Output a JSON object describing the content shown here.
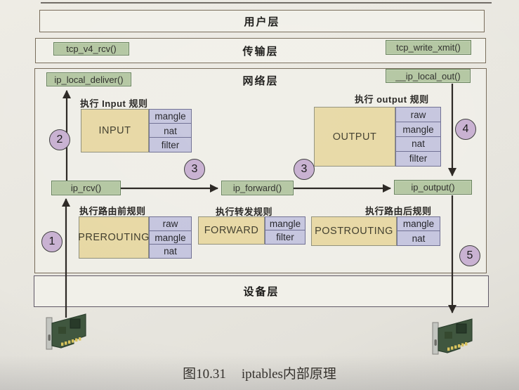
{
  "figure": {
    "caption_number": "图10.31",
    "caption_title": "iptables内部原理"
  },
  "layers": {
    "user": {
      "label": "用户层"
    },
    "transport": {
      "label": "传输层",
      "rx_func": "tcp_v4_rcv()",
      "tx_func": "tcp_write_xmit()"
    },
    "network": {
      "label": "网络层",
      "local_deliver_func": "ip_local_deliver()",
      "local_out_func": "__ip_local_out()",
      "rcv_func": "ip_rcv()",
      "forward_func": "ip_forward()",
      "output_func": "ip_output()"
    },
    "device": {
      "label": "设备层"
    }
  },
  "chains": {
    "input": {
      "name": "INPUT",
      "rule_label": "执行 Input 规则",
      "tables": [
        "mangle",
        "nat",
        "filter"
      ]
    },
    "output": {
      "name": "OUTPUT",
      "rule_label": "执行 output 规则",
      "tables": [
        "raw",
        "mangle",
        "nat",
        "filter"
      ]
    },
    "prerouting": {
      "name": "PREROUTING",
      "rule_label": "执行路由前规则",
      "tables": [
        "raw",
        "mangle",
        "nat"
      ]
    },
    "forward": {
      "name": "FORWARD",
      "rule_label": "执行转发规则",
      "tables": [
        "mangle",
        "filter"
      ]
    },
    "postrouting": {
      "name": "POSTROUTING",
      "rule_label": "执行路由后规则",
      "tables": [
        "mangle",
        "nat"
      ]
    }
  },
  "steps": {
    "s1": "1",
    "s2": "2",
    "s3a": "3",
    "s3b": "3",
    "s4": "4",
    "s5": "5"
  },
  "colors": {
    "function_box": "#b3c6a1",
    "chain_box": "#e7d8a4",
    "table_cell": "#c5c5de",
    "step_circle": "#c9b2d2",
    "arrow": "#2e2a26"
  }
}
